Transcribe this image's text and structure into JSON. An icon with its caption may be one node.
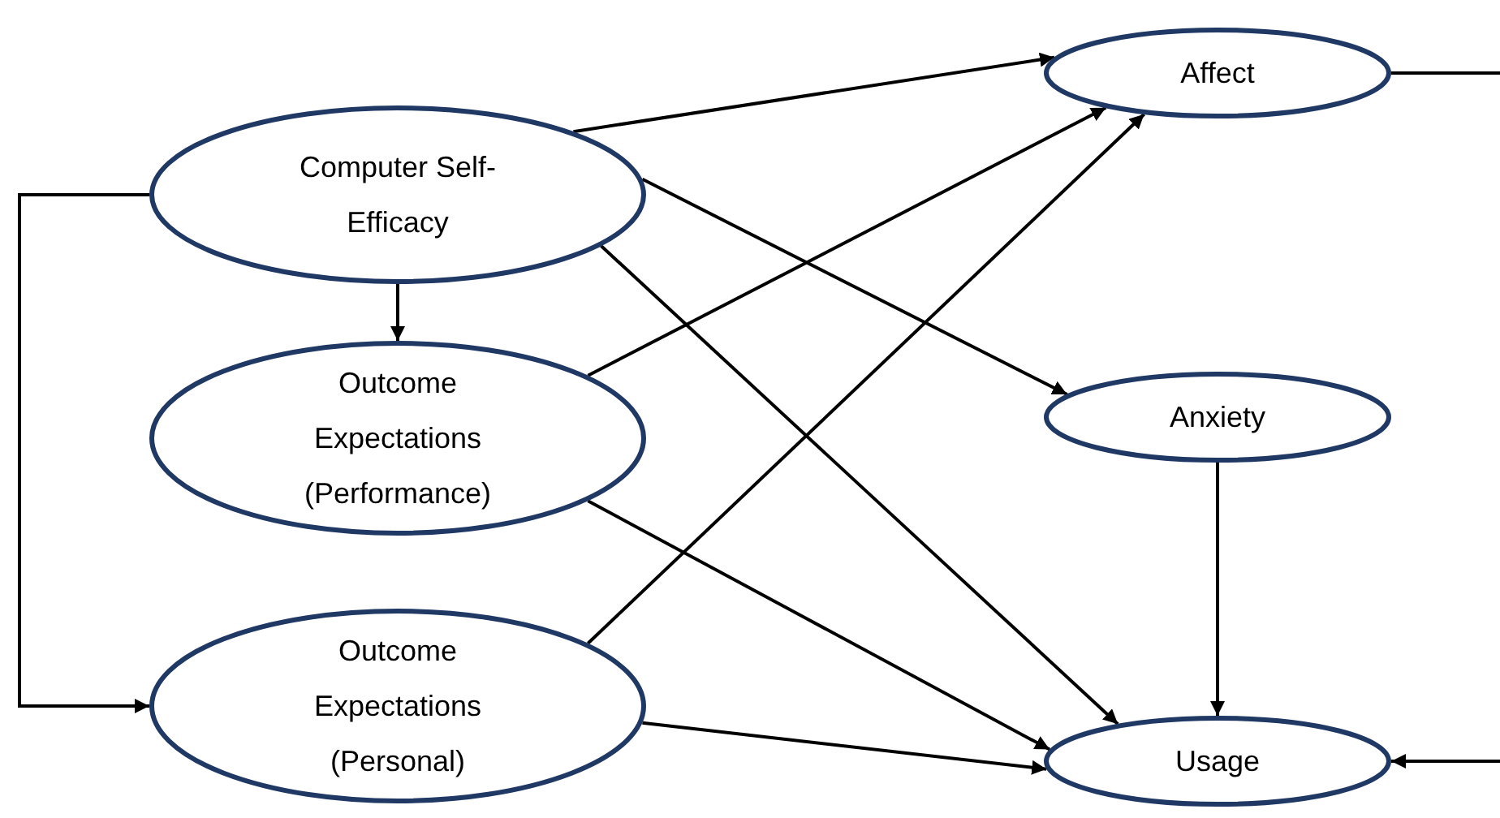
{
  "diagram": {
    "nodes": [
      {
        "text": [
          "Computer Self-Efficacy"
        ]
      },
      {
        "text": [
          "Outcome Expectations (Performance)"
        ]
      },
      {
        "text": [
          "Outcome Expectations (Personal)"
        ]
      },
      {
        "text": [
          "Affect"
        ]
      },
      {
        "text": [
          "Anxiety"
        ]
      },
      {
        "text": [
          "Usage"
        ]
      }
    ],
    "edges": [
      {
        "from": 0,
        "to": 3,
        "arrow": "to"
      },
      {
        "from": 0,
        "to": 4,
        "arrow": "to"
      },
      {
        "from": 0,
        "to": 5,
        "arrow": "to"
      },
      {
        "from": 0,
        "to": 1,
        "arrow": "to"
      },
      {
        "from": 0,
        "to": 2,
        "arrow": "to"
      },
      {
        "from": 1,
        "to": 3,
        "arrow": "to"
      },
      {
        "from": 1,
        "to": 5,
        "arrow": "to"
      },
      {
        "from": 2,
        "to": 3,
        "arrow": "to"
      },
      {
        "from": 2,
        "to": 5,
        "arrow": "to"
      },
      {
        "from": 4,
        "to": 5,
        "arrow": "to"
      },
      {
        "from": 3,
        "to": 5,
        "arrow": "to"
      }
    ]
  }
}
